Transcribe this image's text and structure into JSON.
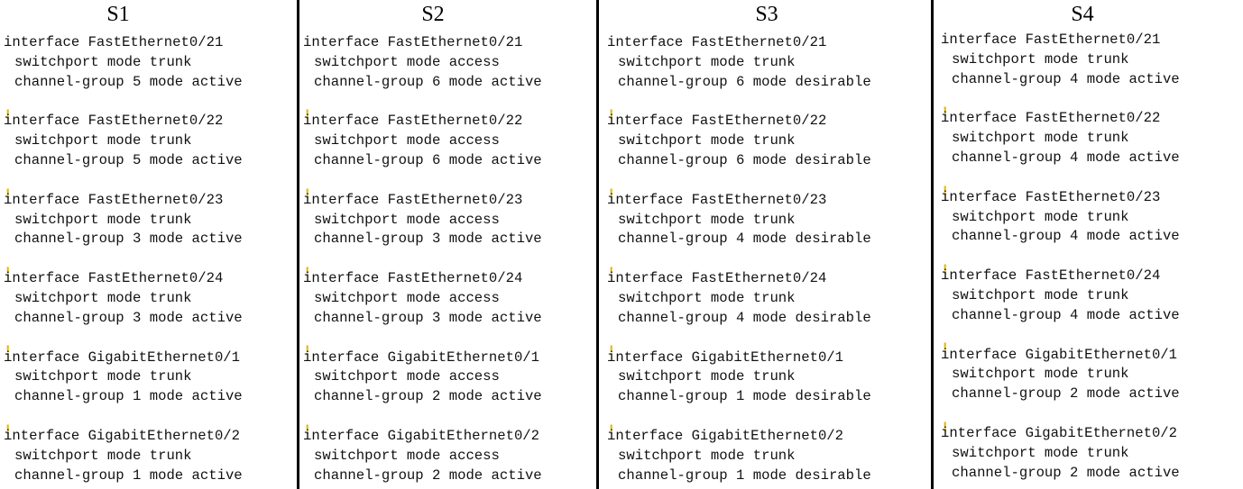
{
  "switches": [
    {
      "title": "S1",
      "blocks": [
        {
          "interface": "interface FastEthernet0/21",
          "mode": "switchport mode trunk",
          "channel": "channel-group 5 mode active"
        },
        {
          "interface": "interface FastEthernet0/22",
          "mode": "switchport mode trunk",
          "channel": "channel-group 5 mode active"
        },
        {
          "interface": "interface FastEthernet0/23",
          "mode": "switchport mode trunk",
          "channel": "channel-group 3 mode active"
        },
        {
          "interface": "interface FastEthernet0/24",
          "mode": "switchport mode trunk",
          "channel": "channel-group 3 mode active"
        },
        {
          "interface": "interface GigabitEthernet0/1",
          "mode": "switchport mode trunk",
          "channel": "channel-group 1 mode active"
        },
        {
          "interface": "interface GigabitEthernet0/2",
          "mode": "switchport mode trunk",
          "channel": "channel-group 1 mode active"
        }
      ]
    },
    {
      "title": "S2",
      "blocks": [
        {
          "interface": "interface FastEthernet0/21",
          "mode": "switchport mode access",
          "channel": "channel-group 6 mode active"
        },
        {
          "interface": "interface FastEthernet0/22",
          "mode": "switchport mode access",
          "channel": "channel-group 6 mode active"
        },
        {
          "interface": "interface FastEthernet0/23",
          "mode": "switchport mode access",
          "channel": "channel-group 3 mode active"
        },
        {
          "interface": "interface FastEthernet0/24",
          "mode": "switchport mode access",
          "channel": "channel-group 3 mode active"
        },
        {
          "interface": "interface GigabitEthernet0/1",
          "mode": "switchport mode access",
          "channel": "channel-group 2 mode active"
        },
        {
          "interface": "interface GigabitEthernet0/2",
          "mode": "switchport mode access",
          "channel": "channel-group 2 mode active"
        }
      ]
    },
    {
      "title": "S3",
      "blocks": [
        {
          "interface": "interface FastEthernet0/21",
          "mode": "switchport mode trunk",
          "channel": "channel-group 6 mode desirable"
        },
        {
          "interface": "interface FastEthernet0/22",
          "mode": "switchport mode trunk",
          "channel": "channel-group 6 mode desirable"
        },
        {
          "interface": "interface FastEthernet0/23",
          "mode": "switchport mode trunk",
          "channel": "channel-group 4 mode desirable"
        },
        {
          "interface": "interface FastEthernet0/24",
          "mode": "switchport mode trunk",
          "channel": "channel-group 4 mode desirable"
        },
        {
          "interface": "interface GigabitEthernet0/1",
          "mode": "switchport mode trunk",
          "channel": "channel-group 1 mode desirable"
        },
        {
          "interface": "interface GigabitEthernet0/2",
          "mode": "switchport mode trunk",
          "channel": "channel-group 1 mode desirable"
        }
      ]
    },
    {
      "title": "S4",
      "blocks": [
        {
          "interface": "interface FastEthernet0/21",
          "mode": "switchport mode trunk",
          "channel": "channel-group 4 mode active"
        },
        {
          "interface": "interface FastEthernet0/22",
          "mode": "switchport mode trunk",
          "channel": "channel-group 4 mode active"
        },
        {
          "interface": "interface FastEthernet0/23",
          "mode": "switchport mode trunk",
          "channel": "channel-group 4 mode active"
        },
        {
          "interface": "interface FastEthernet0/24",
          "mode": "switchport mode trunk",
          "channel": "channel-group 4 mode active"
        },
        {
          "interface": "interface GigabitEthernet0/1",
          "mode": "switchport mode trunk",
          "channel": "channel-group 2 mode active"
        },
        {
          "interface": "interface GigabitEthernet0/2",
          "mode": "switchport mode trunk",
          "channel": "channel-group 2 mode active"
        }
      ]
    }
  ],
  "separator": "!",
  "colors": {
    "separator": "#e8b800",
    "text": "#111111",
    "divider": "#000000"
  }
}
